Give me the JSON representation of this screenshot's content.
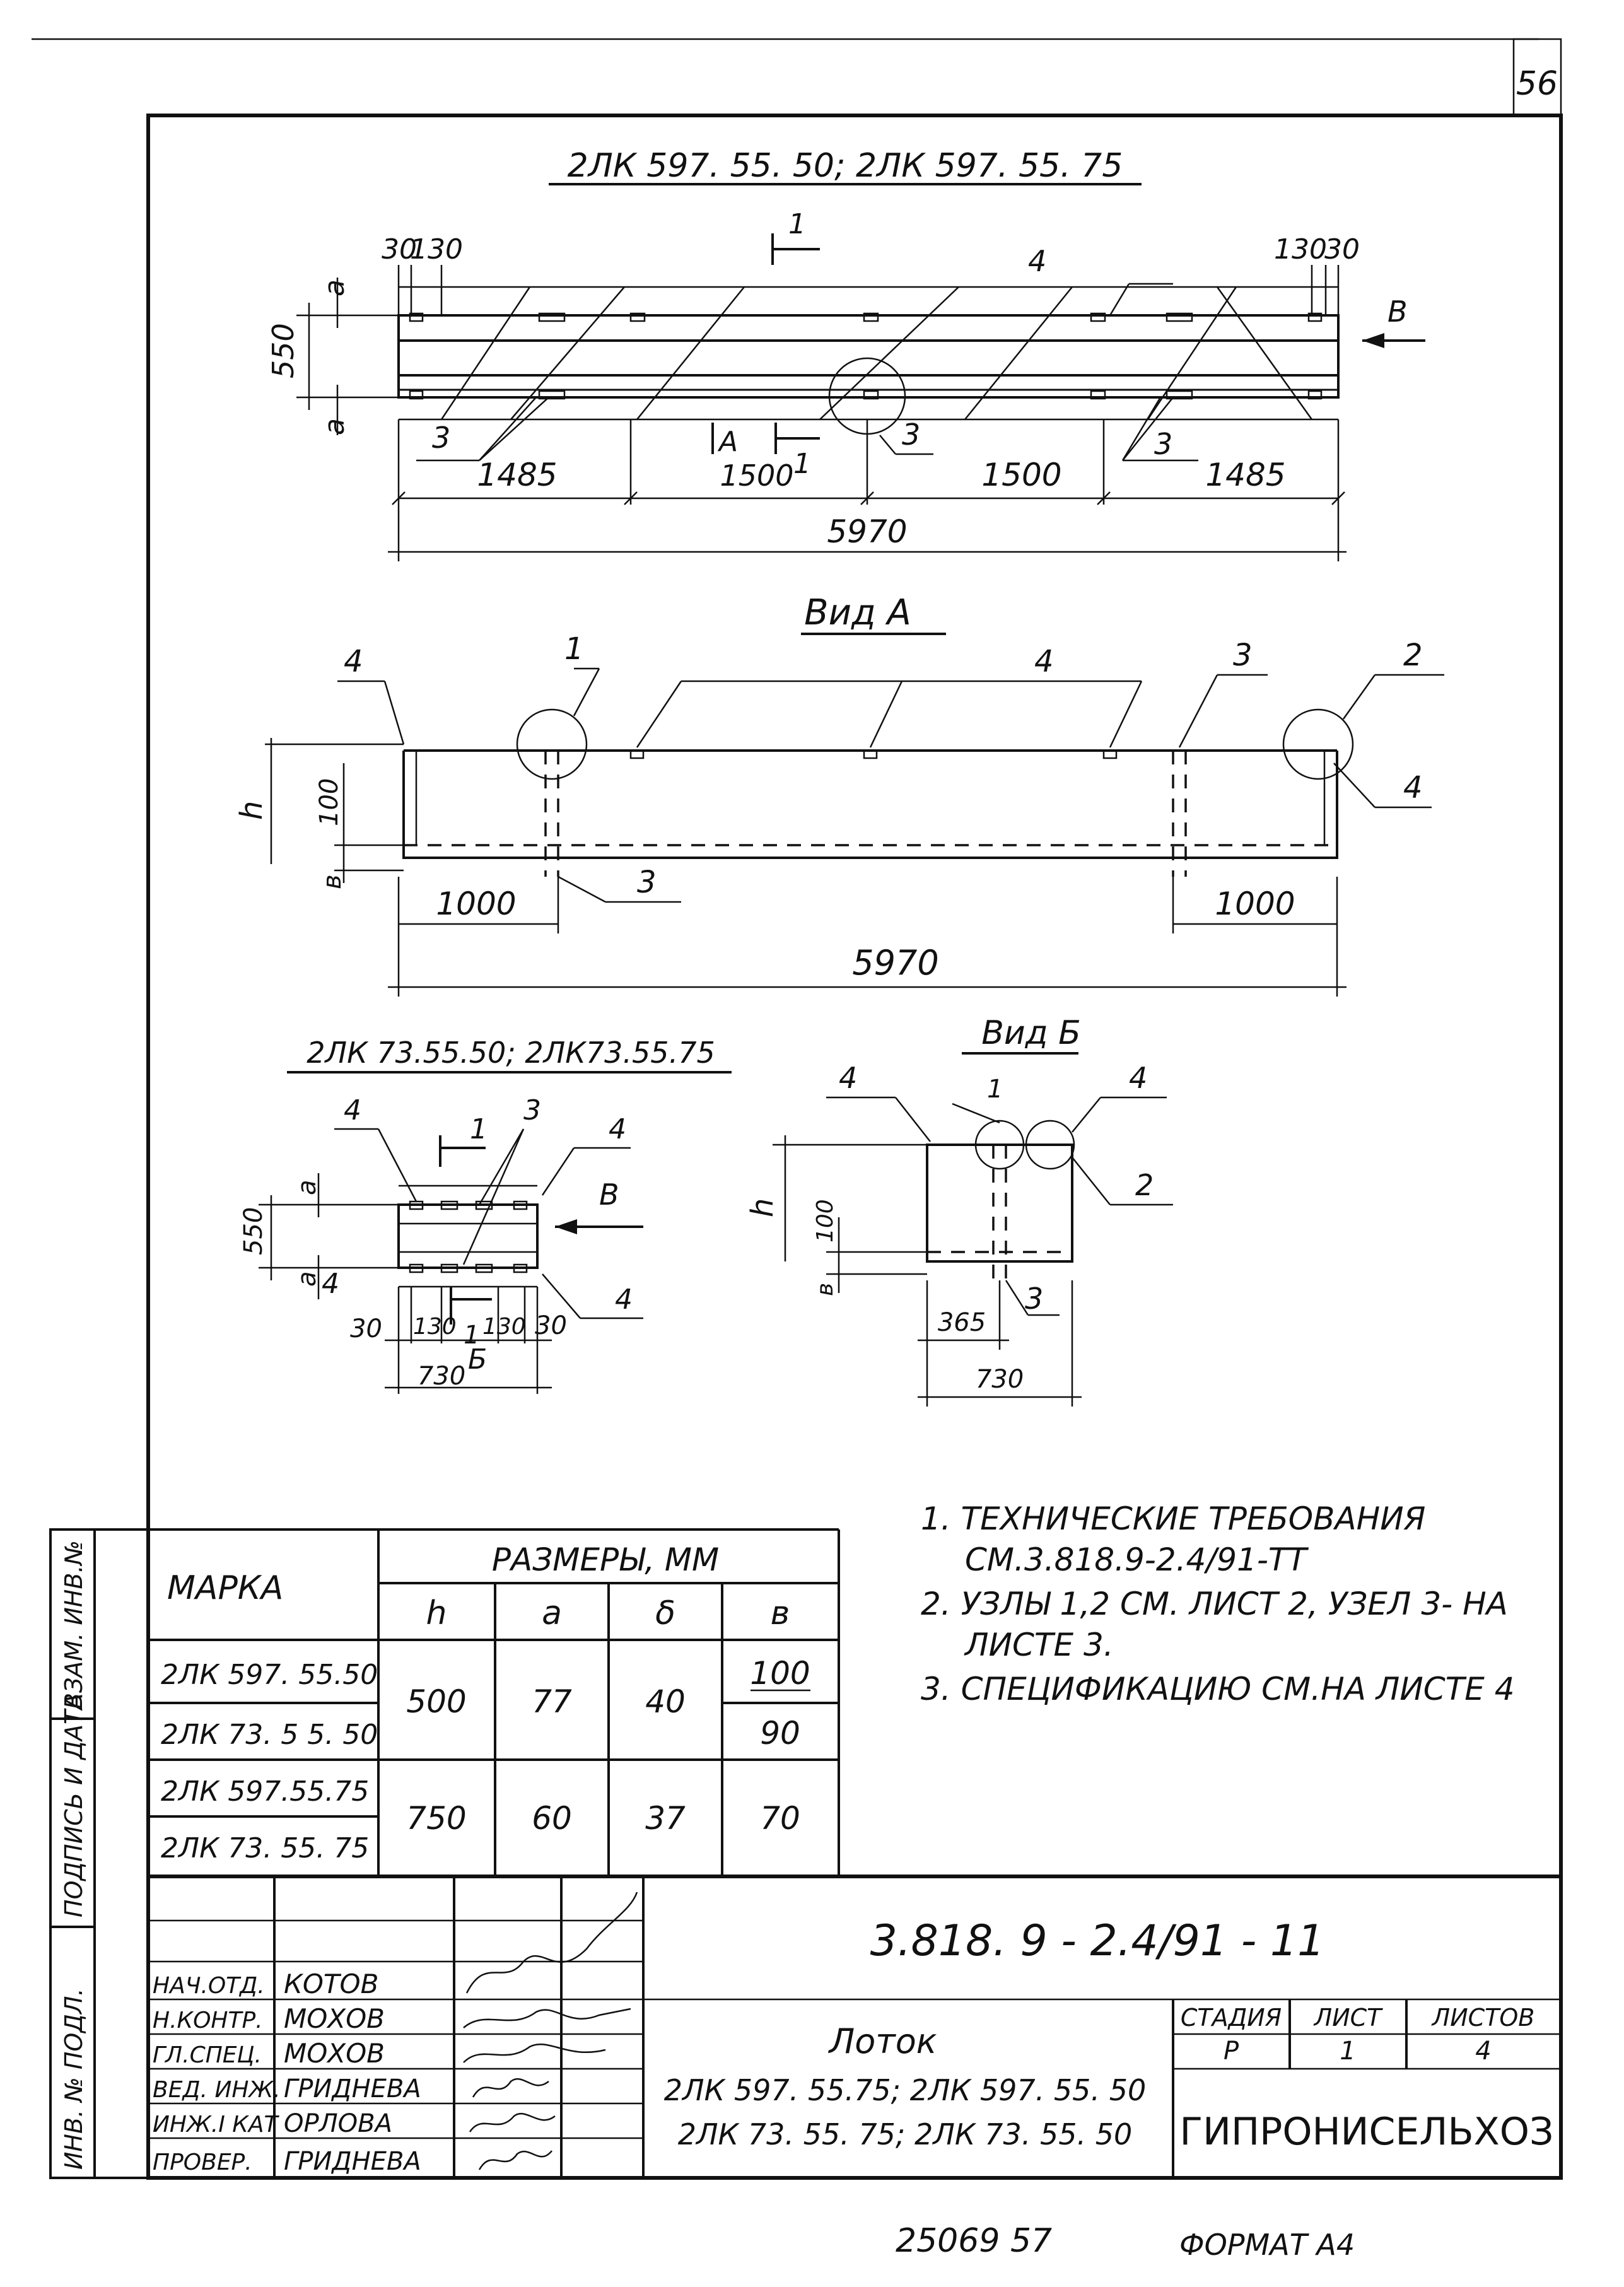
{
  "sheet": {
    "page_number": "56",
    "footer_numbers": "25069   57",
    "format_label": "ФОРМАТ А4"
  },
  "top_view": {
    "title": "2ЛК 597. 55. 50;  2ЛК 597. 55. 75",
    "dims_top_left": [
      "30",
      "130"
    ],
    "dims_top_right": [
      "130",
      "30"
    ],
    "dim_width": "550",
    "label_a": "a",
    "section_mark": "1",
    "section_mark_bottom": "1",
    "view_mark_A": "A",
    "arrow_B": "B",
    "callouts": [
      "4",
      "3",
      "3",
      "3"
    ],
    "spans": [
      "1485",
      "1500",
      "1500",
      "1485"
    ],
    "total": "5970"
  },
  "view_a": {
    "title": "Вид А",
    "callouts_top": [
      "4",
      "1",
      "4",
      "3",
      "2"
    ],
    "callout_right": "4",
    "callout_bottom": "3",
    "label_h": "h",
    "label_100": "100",
    "label_b": "в",
    "dim_left": "1000",
    "dim_right": "1000",
    "total": "5970"
  },
  "small_plan": {
    "title": "2ЛК 73.55.50; 2ЛК73.55.75",
    "callouts": [
      "4",
      "1",
      "3",
      "4",
      "4",
      "4"
    ],
    "label_550": "550",
    "label_a": "a",
    "arrow_B": "В",
    "dims_bottom": [
      "30",
      "130",
      "130",
      "30"
    ],
    "section_1": "1",
    "view_b_mark": "Б",
    "total": "730"
  },
  "view_b": {
    "title": "Вид Б",
    "callouts": [
      "4",
      "1",
      "4",
      "2",
      "3"
    ],
    "label_h": "h",
    "label_100": "100",
    "label_b": "в",
    "dim_365": "365",
    "dim_730": "730"
  },
  "spec_table": {
    "col_mark": "МАРКА",
    "group_header": "РАЗМЕРЫ, ММ",
    "sub_headers": [
      "h",
      "a",
      "δ",
      "в"
    ],
    "marks": [
      "2ЛК 597. 55.50",
      "2ЛК  73. 5 5. 50",
      "2ЛК 597.55.75",
      "2ЛК  73. 55. 75"
    ],
    "group1": {
      "h": "500",
      "a": "77",
      "d": "40",
      "v1": "100",
      "v2": "90"
    },
    "group2": {
      "h": "750",
      "a": "60",
      "d": "37",
      "v": "70"
    }
  },
  "notes": [
    "1. ТЕХНИЧЕСКИЕ ТРЕБОВАНИЯ",
    "СМ.3.818.9-2.4/91-ТТ",
    "2. УЗЛЫ 1,2 СМ. ЛИСТ 2, УЗЕЛ 3- НА",
    "ЛИСТЕ 3.",
    "3. СПЕЦИФИКАЦИЮ СМ.НА ЛИСТЕ 4"
  ],
  "title_block": {
    "doc_code": "3.818. 9 - 2.4/91 - 11",
    "name": "Лоток",
    "items_line1": "2ЛК 597. 55.75;  2ЛК 597. 55. 50",
    "items_line2": "2ЛК 73. 55. 75;  2ЛК 73. 55. 50",
    "stage_label": "СТАДИЯ",
    "sheet_label": "ЛИСТ",
    "sheets_label": "ЛИСТОВ",
    "stage": "Р",
    "sheet": "1",
    "sheets": "4",
    "org": "ГИПРОНИСЕЛЬХОЗ",
    "roles": [
      "НАЧ.ОТД.",
      "Н.КОНТР.",
      "ГЛ.СПЕЦ.",
      "ВЕД. ИНЖ.",
      "ИНЖ.I КАТ",
      "ПРОВЕР."
    ],
    "names": [
      "КОТОВ",
      "МОХОВ",
      "МОХОВ",
      "ГРИДНЕВА",
      "ОРЛОВА",
      "ГРИДНЕВА"
    ]
  },
  "side_strip": [
    "ИНВ. № ПОДЛ.",
    "ПОДПИСЬ И ДАТА",
    "ВЗАМ. ИНВ.№"
  ]
}
